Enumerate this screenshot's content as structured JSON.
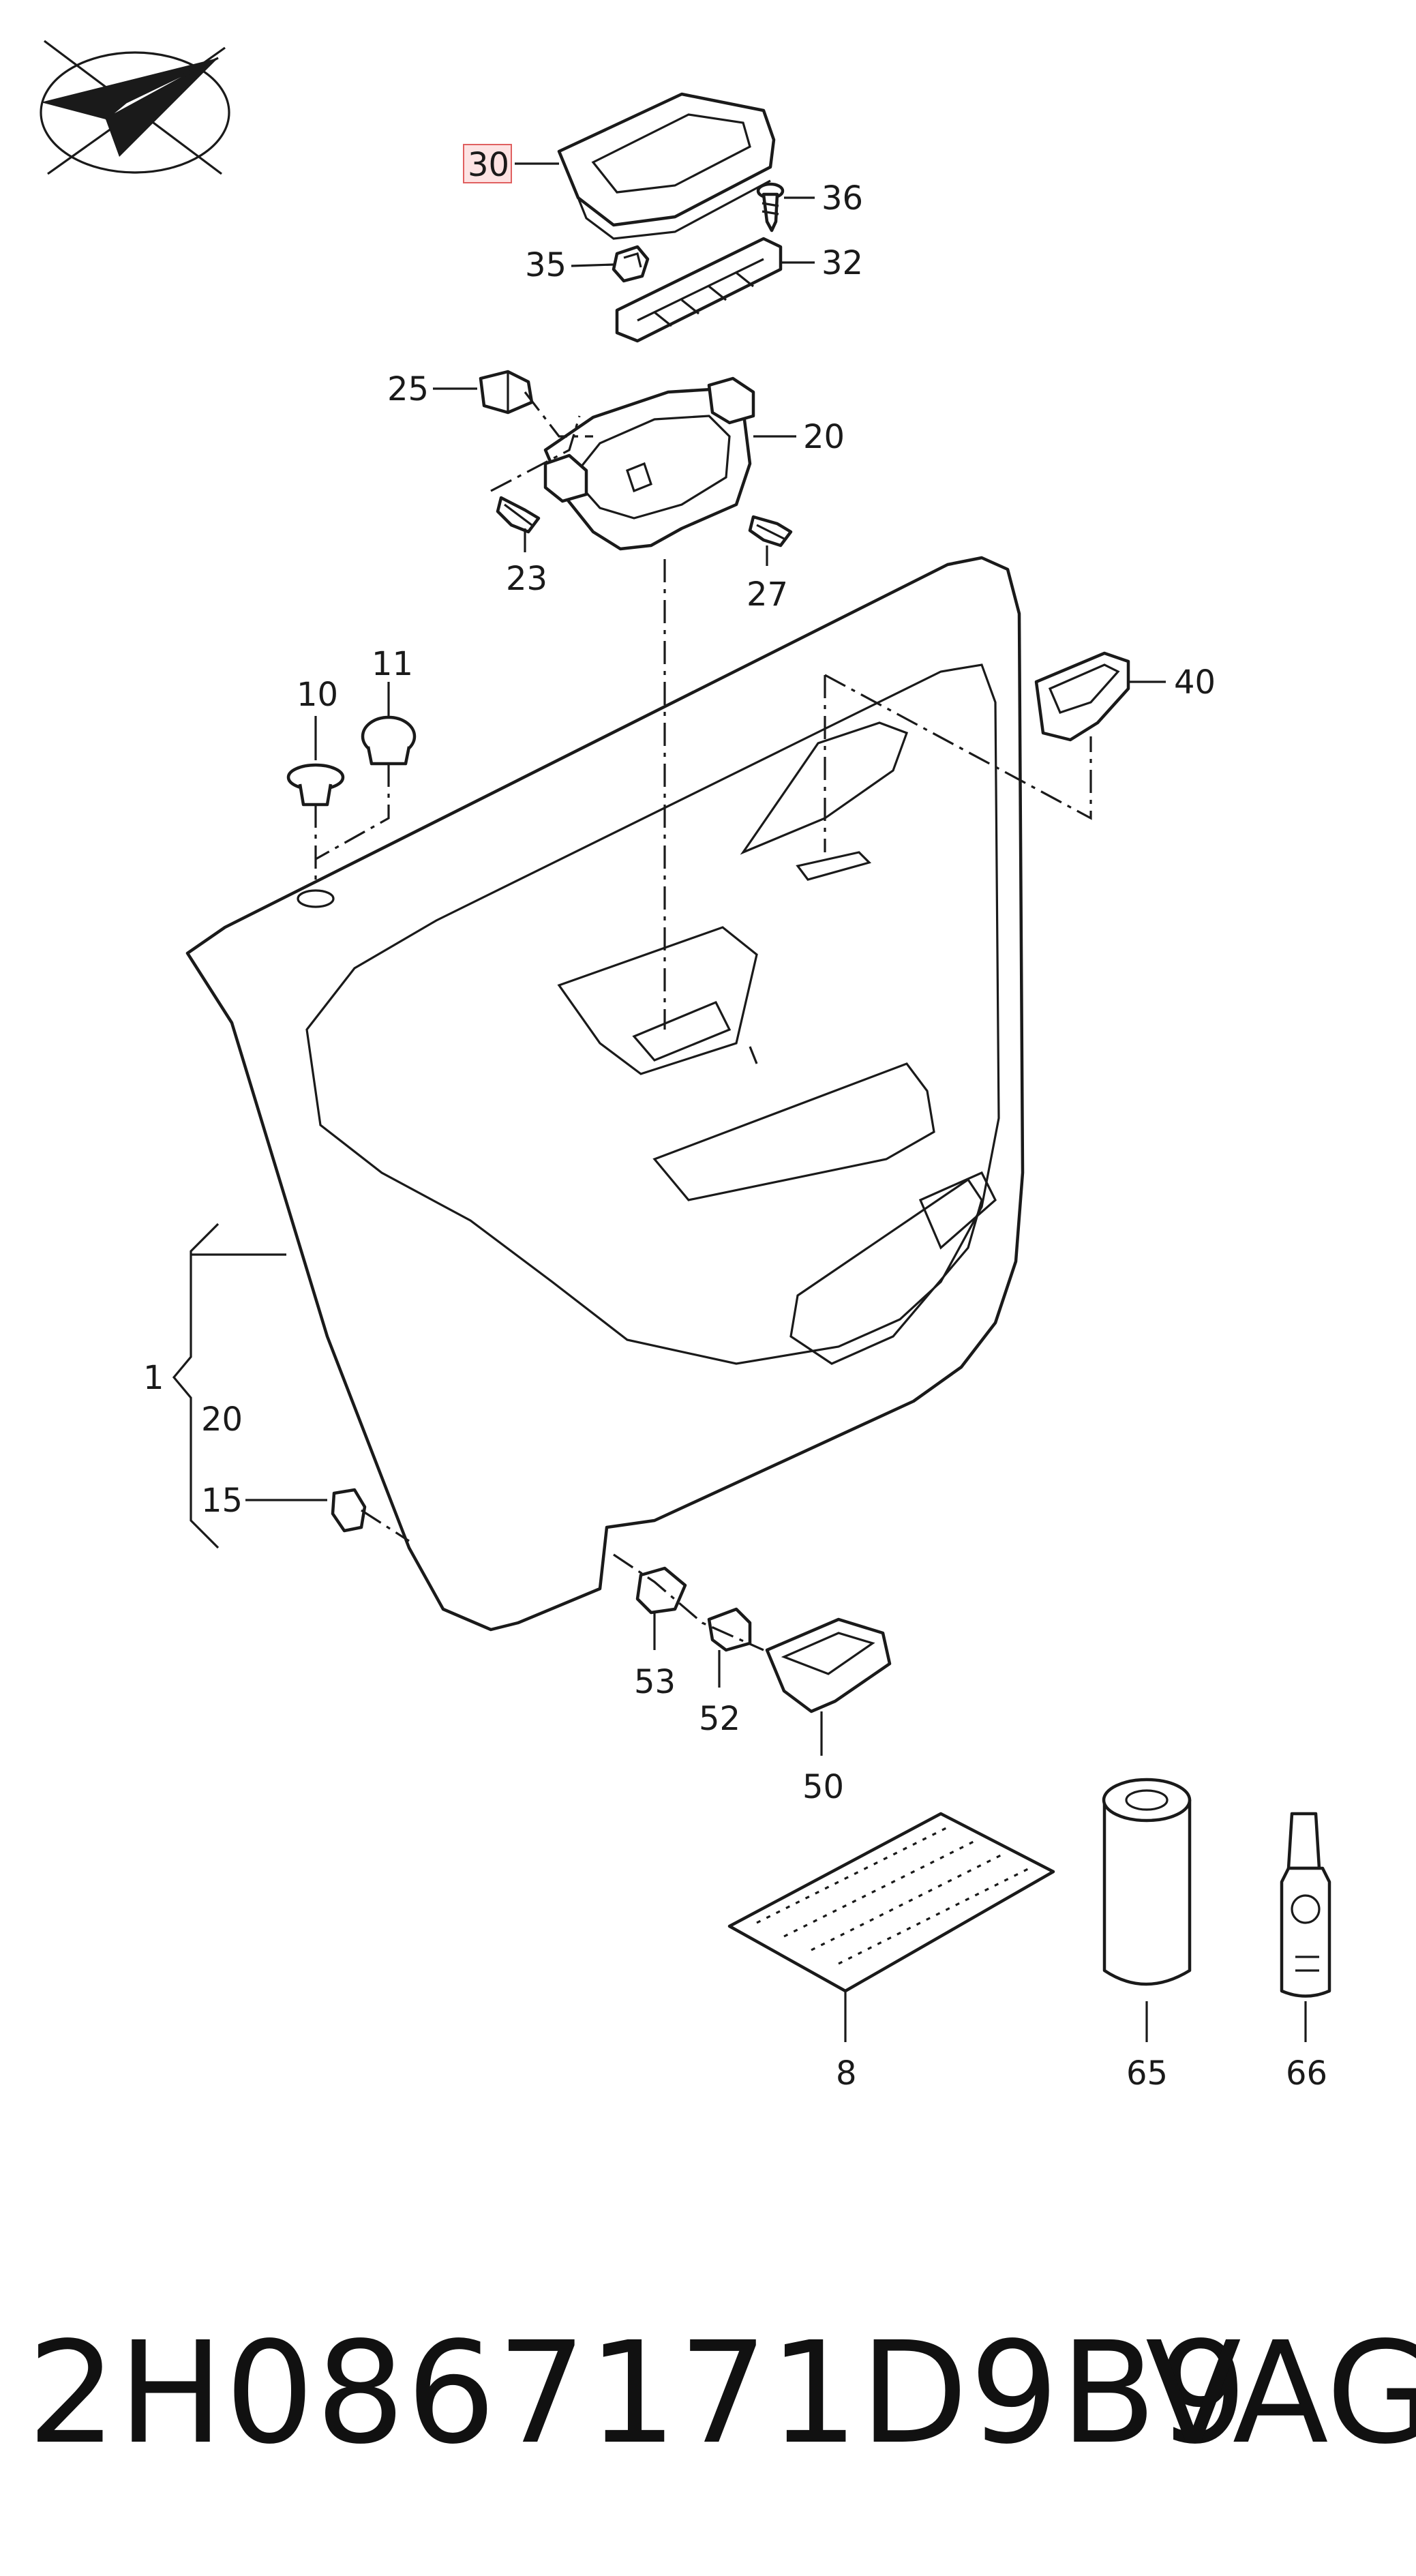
{
  "callouts": [
    {
      "id": "c30",
      "text": "30",
      "highlight": true
    },
    {
      "id": "c36",
      "text": "36"
    },
    {
      "id": "c35",
      "text": "35"
    },
    {
      "id": "c32",
      "text": "32"
    },
    {
      "id": "c25",
      "text": "25"
    },
    {
      "id": "c20a",
      "text": "20"
    },
    {
      "id": "c23",
      "text": "23"
    },
    {
      "id": "c27",
      "text": "27"
    },
    {
      "id": "c40",
      "text": "40"
    },
    {
      "id": "c10",
      "text": "10"
    },
    {
      "id": "c11",
      "text": "11"
    },
    {
      "id": "c1",
      "text": "1"
    },
    {
      "id": "c20b",
      "text": "20"
    },
    {
      "id": "c15",
      "text": "15"
    },
    {
      "id": "c53",
      "text": "53"
    },
    {
      "id": "c52",
      "text": "52"
    },
    {
      "id": "c50",
      "text": "50"
    },
    {
      "id": "c8",
      "text": "8"
    },
    {
      "id": "c65",
      "text": "65"
    },
    {
      "id": "c66",
      "text": "66"
    }
  ],
  "footer": {
    "part_number": "2H0867171D9B9",
    "brand": "VAG"
  },
  "colors": {
    "highlight_fill": "#fde3e3",
    "highlight_stroke": "#e06060",
    "ink": "#1a1a1a"
  }
}
